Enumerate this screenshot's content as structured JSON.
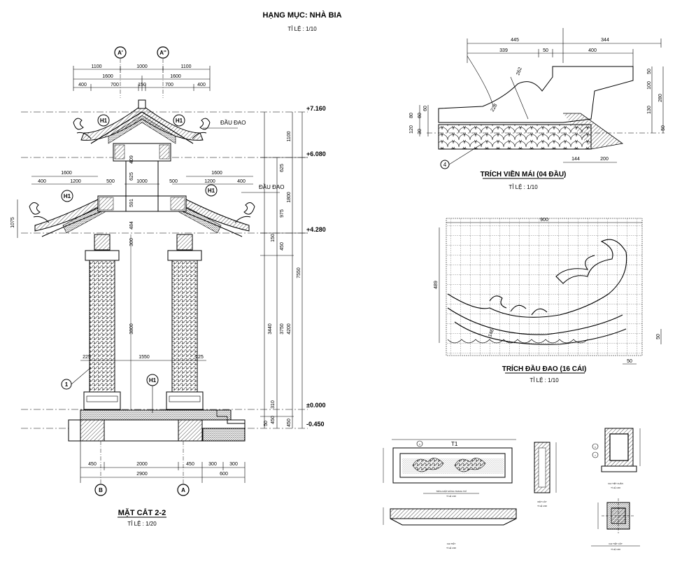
{
  "header": {
    "title": "HẠNG MỤC: NHÀ BIA",
    "scale": "TỈ LỆ : 1/10"
  },
  "grid_axes": {
    "top_left": "A'",
    "top_right": "A''",
    "bottom_left": "B",
    "bottom_right": "A"
  },
  "section": {
    "title": "MẶT CẮT 2-2",
    "scale": "TỈ LỆ : 1/20",
    "dims_top_row1": [
      "1100",
      "1000",
      "1100"
    ],
    "dims_top_row2": [
      "1600",
      "1600"
    ],
    "dims_top_row3": [
      "400",
      "700",
      "150",
      "700",
      "400"
    ],
    "dims_mid_left": [
      "1600",
      "400",
      "1200",
      "500"
    ],
    "dims_mid_center": "1000",
    "dims_mid_right": [
      "500",
      "1200",
      "400",
      "1600"
    ],
    "dims_inner": [
      "409",
      "625",
      "591",
      "484",
      "300",
      "3800"
    ],
    "dims_column": [
      "225",
      "1550",
      "225"
    ],
    "dims_bottom_row1": [
      "450",
      "2000",
      "450",
      "300",
      "300"
    ],
    "dims_bottom_row2": [
      "2900",
      "600"
    ],
    "dims_right_col1": [
      "1100",
      "625",
      "975",
      "150",
      "450",
      "3440",
      "310",
      "450",
      "50"
    ],
    "dims_right_col2": [
      "1800",
      "3750",
      "450"
    ],
    "dims_right_col3": [
      "4200",
      "7550"
    ],
    "dim_left": "1075",
    "levels": [
      "+7.160",
      "+6.080",
      "+4.280",
      "±0.000",
      "-0.450"
    ],
    "labels": {
      "dau_dao_top": "ĐẦU ĐAO",
      "dau_dao_mid": "ĐẦU ĐAO",
      "marker": "H1",
      "callout": "1"
    }
  },
  "detail_vien_mai": {
    "title": "TRÍCH VIỀN MÁI (04 ĐẦU)",
    "scale": "TỈ LỆ : 1/10",
    "dims_top": [
      "445",
      "344"
    ],
    "dims_top2": [
      "339",
      "50",
      "400"
    ],
    "dims_right": [
      "50",
      "100",
      "280",
      "130",
      "50"
    ],
    "dims_left": [
      "80",
      "60",
      "60",
      "120",
      "30"
    ],
    "dims_bottom": [
      "144",
      "200"
    ],
    "dims_diag": [
      "262",
      "228"
    ],
    "callout": "4"
  },
  "detail_dau_dao": {
    "title": "TRÍCH ĐẦU ĐAO (16 CÁI)",
    "scale": "TỈ LỆ : 1/10",
    "dims": [
      "900",
      "489",
      "50",
      "50",
      "146"
    ]
  },
  "small_details": {
    "label": "T1",
    "callouts": [
      "5",
      "6",
      "7"
    ],
    "cap1": "TRÍCH MẶT ĐỨNG TRANG TRÍ",
    "cap2": "CHI TIẾT",
    "cap3": "MẶT CẮT",
    "cap4": "CHI TIẾT CHÂN",
    "cap5": "CHI TIẾT CỘT",
    "cap_scale": "TỈ LỆ 1/20"
  }
}
